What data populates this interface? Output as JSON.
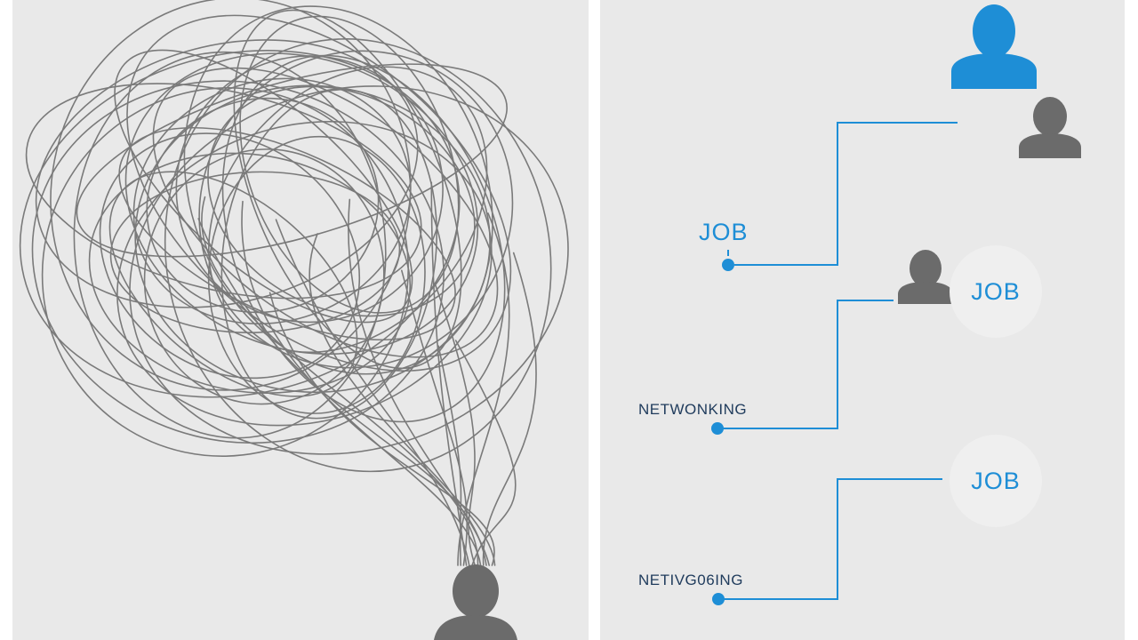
{
  "colors": {
    "panel_bg": "#e9e9e9",
    "accent_blue": "#1e8ed6",
    "person_gray": "#6b6b6b",
    "tangle_gray": "#7a7a7a",
    "dark_text": "#1f3b5c"
  },
  "left_panel": {
    "tangle": "tangled-lines",
    "person": "person-icon"
  },
  "right_panel": {
    "label_job": "JOB",
    "label_networking_1": "NETWONKING",
    "label_networking_2": "NETIVG06ING",
    "badge_job_1": "JOB",
    "badge_job_2": "JOB",
    "icons": [
      "person-icon-blue",
      "person-icon-gray",
      "person-icon-gray"
    ]
  }
}
